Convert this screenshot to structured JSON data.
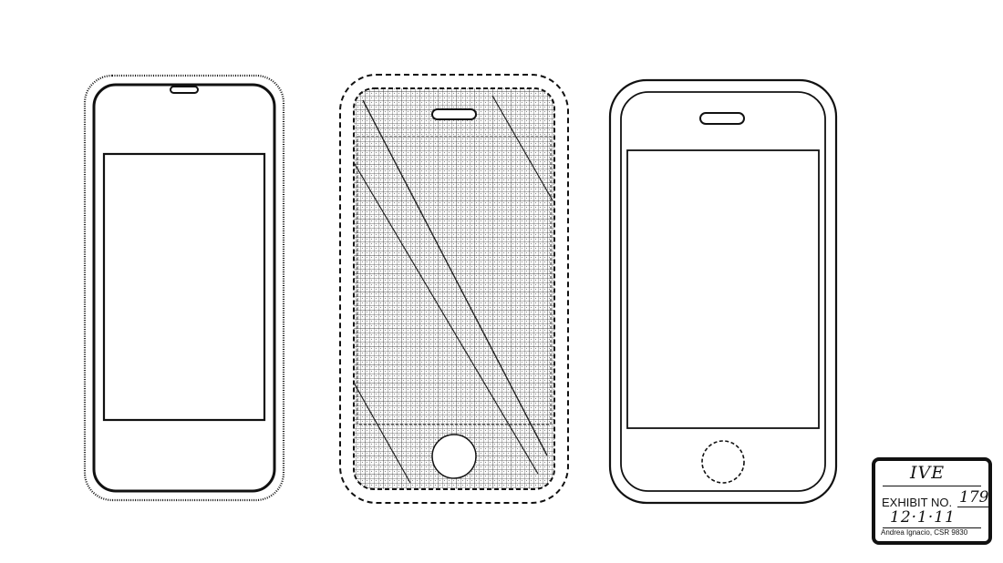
{
  "figures": [
    {
      "name": "phone-figure-1",
      "style": "solid-outline"
    },
    {
      "name": "phone-figure-2",
      "style": "dashed-outline-hatched"
    },
    {
      "name": "phone-figure-3",
      "style": "solid-outline-home-button"
    }
  ],
  "exhibit_sticker": {
    "deponent": "IVE",
    "exhibit_label": "EXHIBIT NO.",
    "exhibit_number": "179",
    "date": "12·1·11",
    "reporter": "Andrea Ignacio, CSR 9830"
  },
  "colors": {
    "line": "#111111",
    "hatch": "#555555",
    "background": "#ffffff"
  }
}
